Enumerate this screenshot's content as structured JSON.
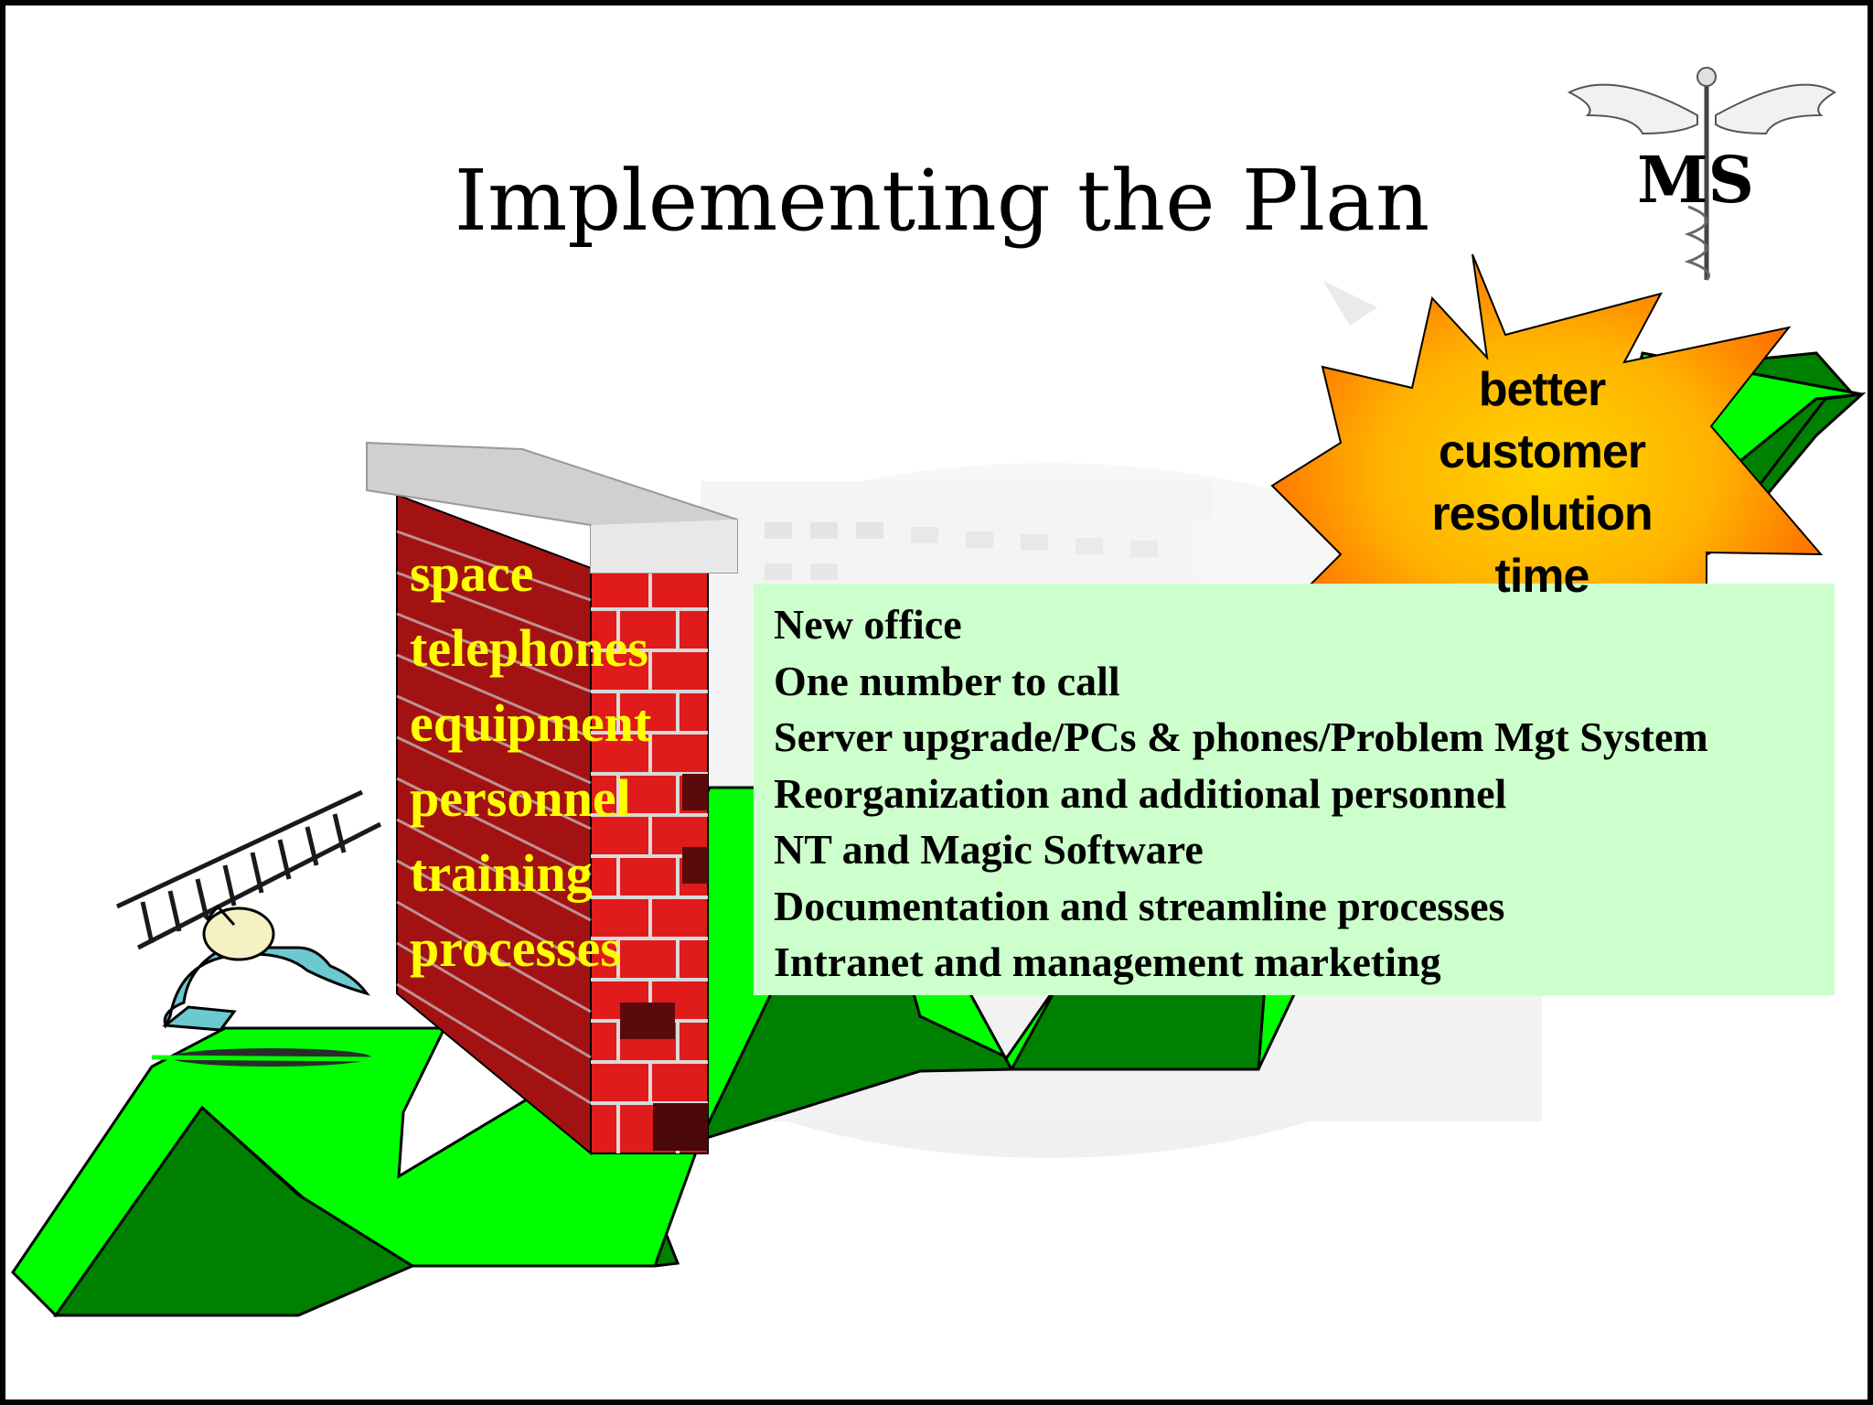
{
  "slide": {
    "title": "Implementing the Plan",
    "wall_words": [
      "space",
      "telephones",
      "equipment",
      "personnel",
      "training",
      "processes"
    ],
    "tasks": [
      "New office",
      "One number to call",
      "Server upgrade/PCs & phones/Problem Mgt System",
      "Reorganization and additional personnel",
      "NT and Magic Software",
      "Documentation and streamline processes",
      "Intranet and management marketing"
    ],
    "burst_lines": [
      "better",
      "customer",
      "resolution",
      "time"
    ],
    "logo_text": "MS",
    "icons": {
      "logo": "caduceus-logo",
      "arrow": "zigzag-arrow",
      "wall": "brick-wall",
      "climber": "person-with-ladder",
      "burst": "starburst",
      "background": "faded-building-photo"
    },
    "colors": {
      "arrow_light": "#00ff00",
      "arrow_dark": "#008000",
      "brick": "#cc1111",
      "brick_dark": "#8a0f0f",
      "wall_text": "#ffff00",
      "task_box": "#ccffcc",
      "burst_outer": "#ff7a00",
      "burst_inner": "#ffd400"
    }
  }
}
